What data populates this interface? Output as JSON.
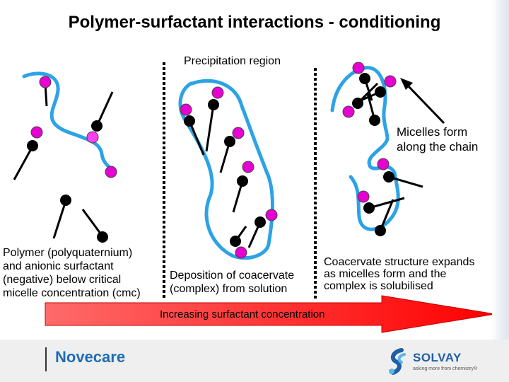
{
  "title": "Polymer-surfactant interactions - conditioning",
  "labels": {
    "precipitation_region": "Precipitation region",
    "micelles_line1": "Micelles form",
    "micelles_line2": "along the chain",
    "polymer_line1": "Polymer (polyquaternium)",
    "polymer_line2": "and anionic surfactant",
    "polymer_line3": "(negative) below critical",
    "polymer_line4": "micelle concentration (cmc)",
    "deposition_line1": "Deposition of coacervate",
    "deposition_line2": "(complex) from solution",
    "coacervate_line1": "Coacervate structure expands",
    "coacervate_line2": "as micelles form and the",
    "coacervate_line3": "complex is solubilised",
    "arrow_label": "Increasing surfactant concentration"
  },
  "footer": {
    "brand": "Novecare",
    "company": "SOLVAY",
    "tagline": "asking more from chemistry®"
  },
  "colors": {
    "polymer_chain": "#2da3e6",
    "surfactant_head": "#e600d2",
    "surfactant_tail": "#000000",
    "arrow_fill": "#ff0000",
    "novecare_blue": "#1f6db4"
  }
}
